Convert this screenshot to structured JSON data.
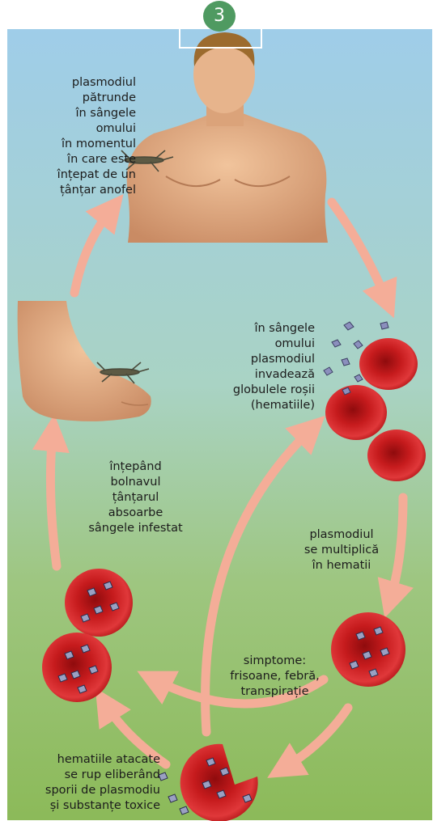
{
  "figure": {
    "badge": "3",
    "labels": {
      "infection": "plasmodiul\npătrunde\nîn sângele\nomului\nîn momentul\nîn care este\nînțepat de un\nțânțar anofel",
      "invasion": "în sângele\nomului\nplasmodiul\ninvadează\nglobulele roșii\n(hematiile)",
      "multiplication": "plasmodiul\nse multiplică\nîn hematii",
      "symptoms": "simptome:\nfrisoane, febră,\ntranspirație",
      "rupture": "hematiile atacate\nse rup eliberând\nsporii de plasmodiu\nși substanțe toxice",
      "mosquito_bite": "înțepând\nbolnavul\nțânțarul\nabsoarbe\nsângele infestat"
    }
  },
  "colors": {
    "background_top": "#9dcbe7",
    "background_bottom": "#8dbb5b",
    "arrow": "#f4ad98",
    "blood_cell": "#d42223",
    "badge": "#4f9a61"
  }
}
